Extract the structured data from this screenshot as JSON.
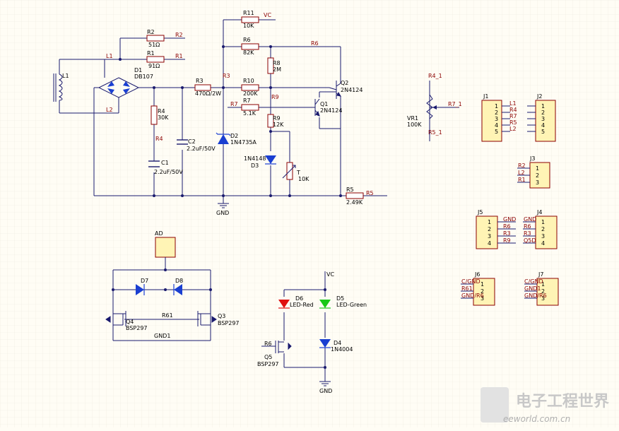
{
  "colors": {
    "background": "#fffdf5",
    "grid": "#e9e6dc",
    "wire": "#1a1a6e",
    "comp": "#8b0000",
    "label": "#000000",
    "net": "#8b0000",
    "diode": "#1a3fd1",
    "led_red": "#e01010",
    "led_green": "#18c818",
    "connector_fill": "#fff4b5",
    "connector_border": "#8b0000"
  },
  "labels": {
    "R11": "R11",
    "R11_val": "10K",
    "VC_top": "VC",
    "R2": "R2",
    "R2_val": "51Ω",
    "R2_net": "R2",
    "R1": "R1",
    "R1_val": "91Ω",
    "R1_net": "R1",
    "R6": "R6",
    "R6_val": "82K",
    "R6_net": "R6",
    "L1_net": "L1",
    "L2_net": "L2",
    "L1": "L1",
    "D1": "D1",
    "D1_val": "DB107",
    "R3": "R3",
    "R3_val": "470Ω/2W",
    "R3_net": "R3",
    "R8": "R8",
    "R8_val": "2M",
    "R10": "R10",
    "R10_val": "200K",
    "R9_net": "R9",
    "Q2": "Q2",
    "Q2_val": "2N4124",
    "Q1": "Q1",
    "Q1_val": "2N4124",
    "R7_net": "R7",
    "R7_val": "5.1K",
    "R9": "R9",
    "R9_val": "12K",
    "R4": "R4",
    "R4_val": "30K",
    "R4_net": "R4",
    "C2": "C2",
    "C2_val": "2.2uF/50V",
    "D2": "D2",
    "D2_val": "1N4735A",
    "C1": "C1",
    "C1_val": "2.2uF/50V",
    "D3_val": "1N4148",
    "D3": "D3",
    "T": "T",
    "T_val": "10K",
    "R5": "R5",
    "R5_val": "2.49K",
    "R5_net": "R5",
    "GND": "GND",
    "R4_1": "R4_1",
    "VR1": "VR1",
    "VR1_val": "100K",
    "R7_1": "R7_1",
    "R5_1": "R5_1",
    "AD": "AD",
    "D7": "D7",
    "D8": "D8",
    "R61": "R61",
    "Q4": "Q4",
    "Q4_val": "BSP297",
    "Q3": "Q3",
    "Q3_val": "BSP297",
    "GND1": "GND1",
    "VC_bottom": "VC",
    "D6": "D6",
    "D6_val": "LED-Red",
    "D5": "D5",
    "D5_val": "LED-Green",
    "R6_b": "R6",
    "Q5": "Q5",
    "Q5_val": "BSP297",
    "D4": "D4",
    "D4_val": "1N4004",
    "GND_bottom": "GND"
  },
  "connectors": {
    "J1": {
      "name": "J1",
      "pins": [
        "1",
        "2",
        "3",
        "4",
        "5"
      ],
      "nets": [
        "L1",
        "R4",
        "R7",
        "R5",
        "L2"
      ]
    },
    "J2": {
      "name": "J2",
      "pins": [
        "1",
        "2",
        "3",
        "4",
        "5"
      ]
    },
    "J3": {
      "name": "J3",
      "pins": [
        "1",
        "2",
        "3"
      ],
      "nets": [
        "R2",
        "L2",
        "R1"
      ]
    },
    "J5": {
      "name": "J5",
      "pins": [
        "1",
        "2",
        "3",
        "4"
      ],
      "nets": [
        "GND",
        "R6",
        "R3",
        "R9"
      ]
    },
    "J4": {
      "name": "J4",
      "pins": [
        "1",
        "2",
        "3",
        "4"
      ],
      "nets": [
        "GND",
        "R6",
        "R3",
        "Q5D"
      ]
    },
    "J6": {
      "name": "J6",
      "pins": [
        "1",
        "2",
        "3"
      ],
      "nets": [
        "C/GND",
        "R61",
        "GND/R6"
      ]
    },
    "J7": {
      "name": "J7",
      "pins": [
        "1",
        "2",
        "3"
      ],
      "nets": [
        "C/GND",
        "GND1",
        "GND/R6"
      ]
    }
  },
  "watermark": {
    "cn": "电子工程世界",
    "en": "eeworld.com.cn"
  }
}
